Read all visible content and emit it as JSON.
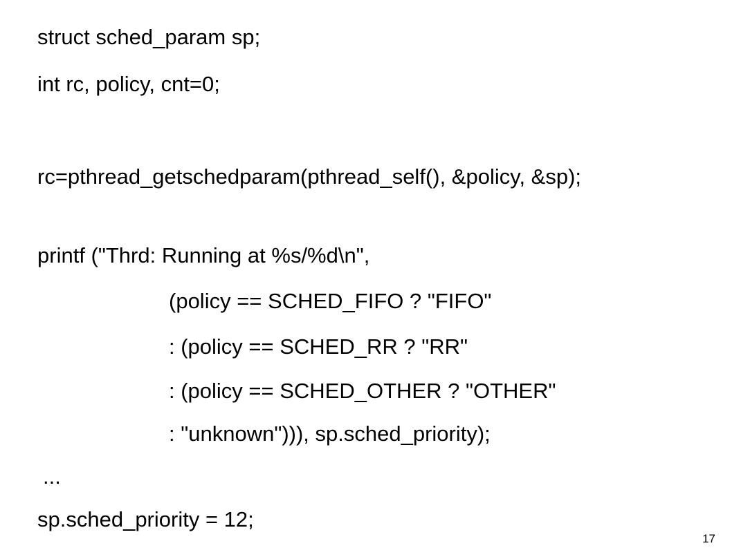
{
  "slide": {
    "code_lines": [
      "struct sched_param sp;",
      "int rc, policy, cnt=0;",
      "rc=pthread_getschedparam(pthread_self(), &policy, &sp);",
      "printf (\"Thrd: Running at %s/%d\\n\",",
      "(policy == SCHED_FIFO ? \"FIFO\"",
      ": (policy == SCHED_RR ? \"RR\"",
      ": (policy == SCHED_OTHER ? \"OTHER\"",
      ": \"unknown\"))), sp.sched_priority);",
      "...",
      "sp.sched_priority = 12;"
    ],
    "page_number": "17"
  }
}
